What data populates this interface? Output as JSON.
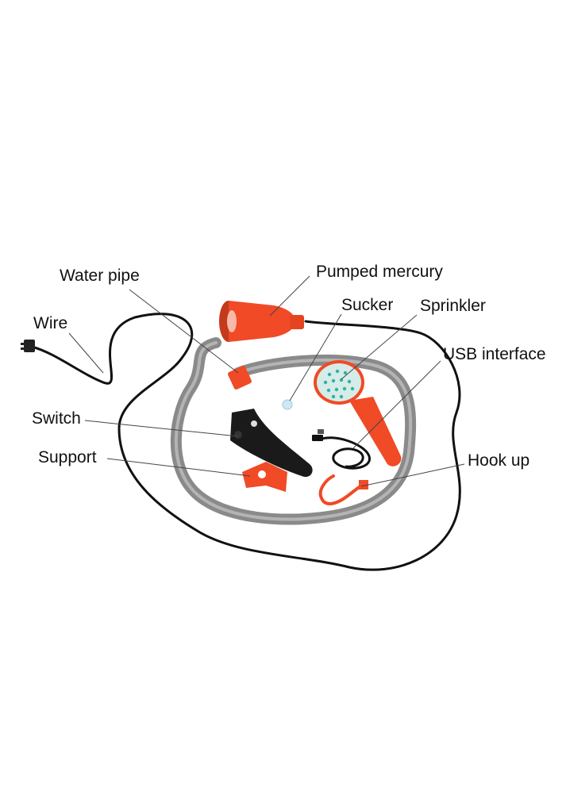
{
  "labels": {
    "water_pipe": "Water pipe",
    "pumped_mercury": "Pumped mercury",
    "wire": "Wire",
    "sucker": "Sucker",
    "sprinkler": "Sprinkler",
    "usb_interface": "USB interface",
    "switch": "Switch",
    "support": "Support",
    "hook_up": "Hook up"
  },
  "colors": {
    "pump_orange": "#f04a26",
    "hose_gray": "#8a8a8a",
    "wire_black": "#111111",
    "head_face": "#d6ece8",
    "nozzle_dots": "#2fb3a3",
    "leader_line": "#444444"
  }
}
